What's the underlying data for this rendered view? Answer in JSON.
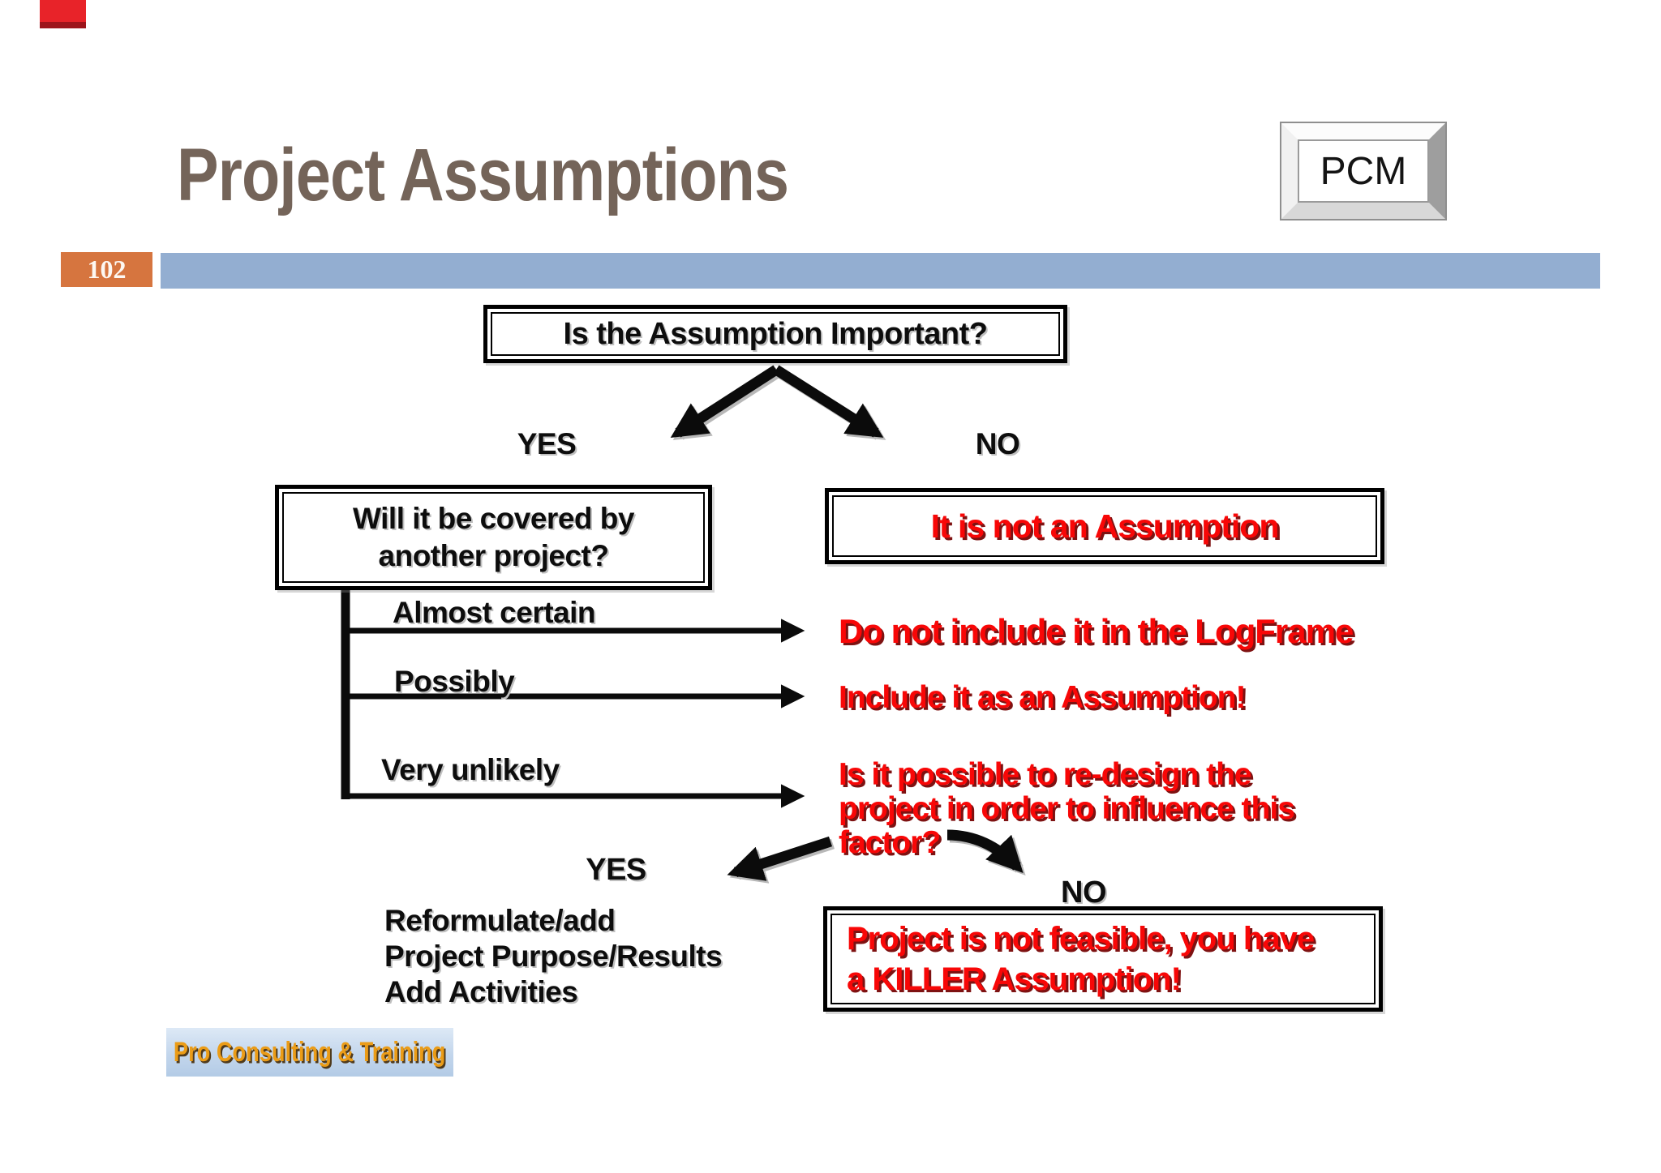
{
  "slide": {
    "title": "Project Assumptions",
    "page_number": "102",
    "pcm_label": "PCM",
    "logo_text": "Pro Consulting & Training",
    "colors": {
      "title_text": "#746459",
      "blue_bar": "#93aed1",
      "page_number_box": "#d6753f",
      "accent_red": "#e82329",
      "flow_red_text": "#f80707",
      "flow_red_shadow": "#7e1212",
      "flow_black_text": "#0d0d0d",
      "logo_orange": "#eb9c17",
      "logo_background": "#c3d6ec"
    }
  },
  "flowchart": {
    "question1": "Is the Assumption Important?",
    "yes1": "YES",
    "no1": "NO",
    "question2_line1": "Will it be covered by",
    "question2_line2": "another project?",
    "not_assumption": "It is not an Assumption",
    "branches": [
      {
        "label": "Almost certain",
        "result": "Do not include it in the LogFrame"
      },
      {
        "label": "Possibly",
        "result": "Include it as an Assumption!"
      },
      {
        "label": "Very unlikely",
        "result_lines": [
          "Is it possible to re-design the",
          "project in order to influence this",
          "factor?"
        ]
      }
    ],
    "yes2": "YES",
    "no2": "NO",
    "reformulate_lines": [
      "Reformulate/add",
      "Project Purpose/Results",
      "Add Activities"
    ],
    "killer_lines": [
      "Project is not feasible, you have",
      "a KILLER Assumption!"
    ]
  }
}
